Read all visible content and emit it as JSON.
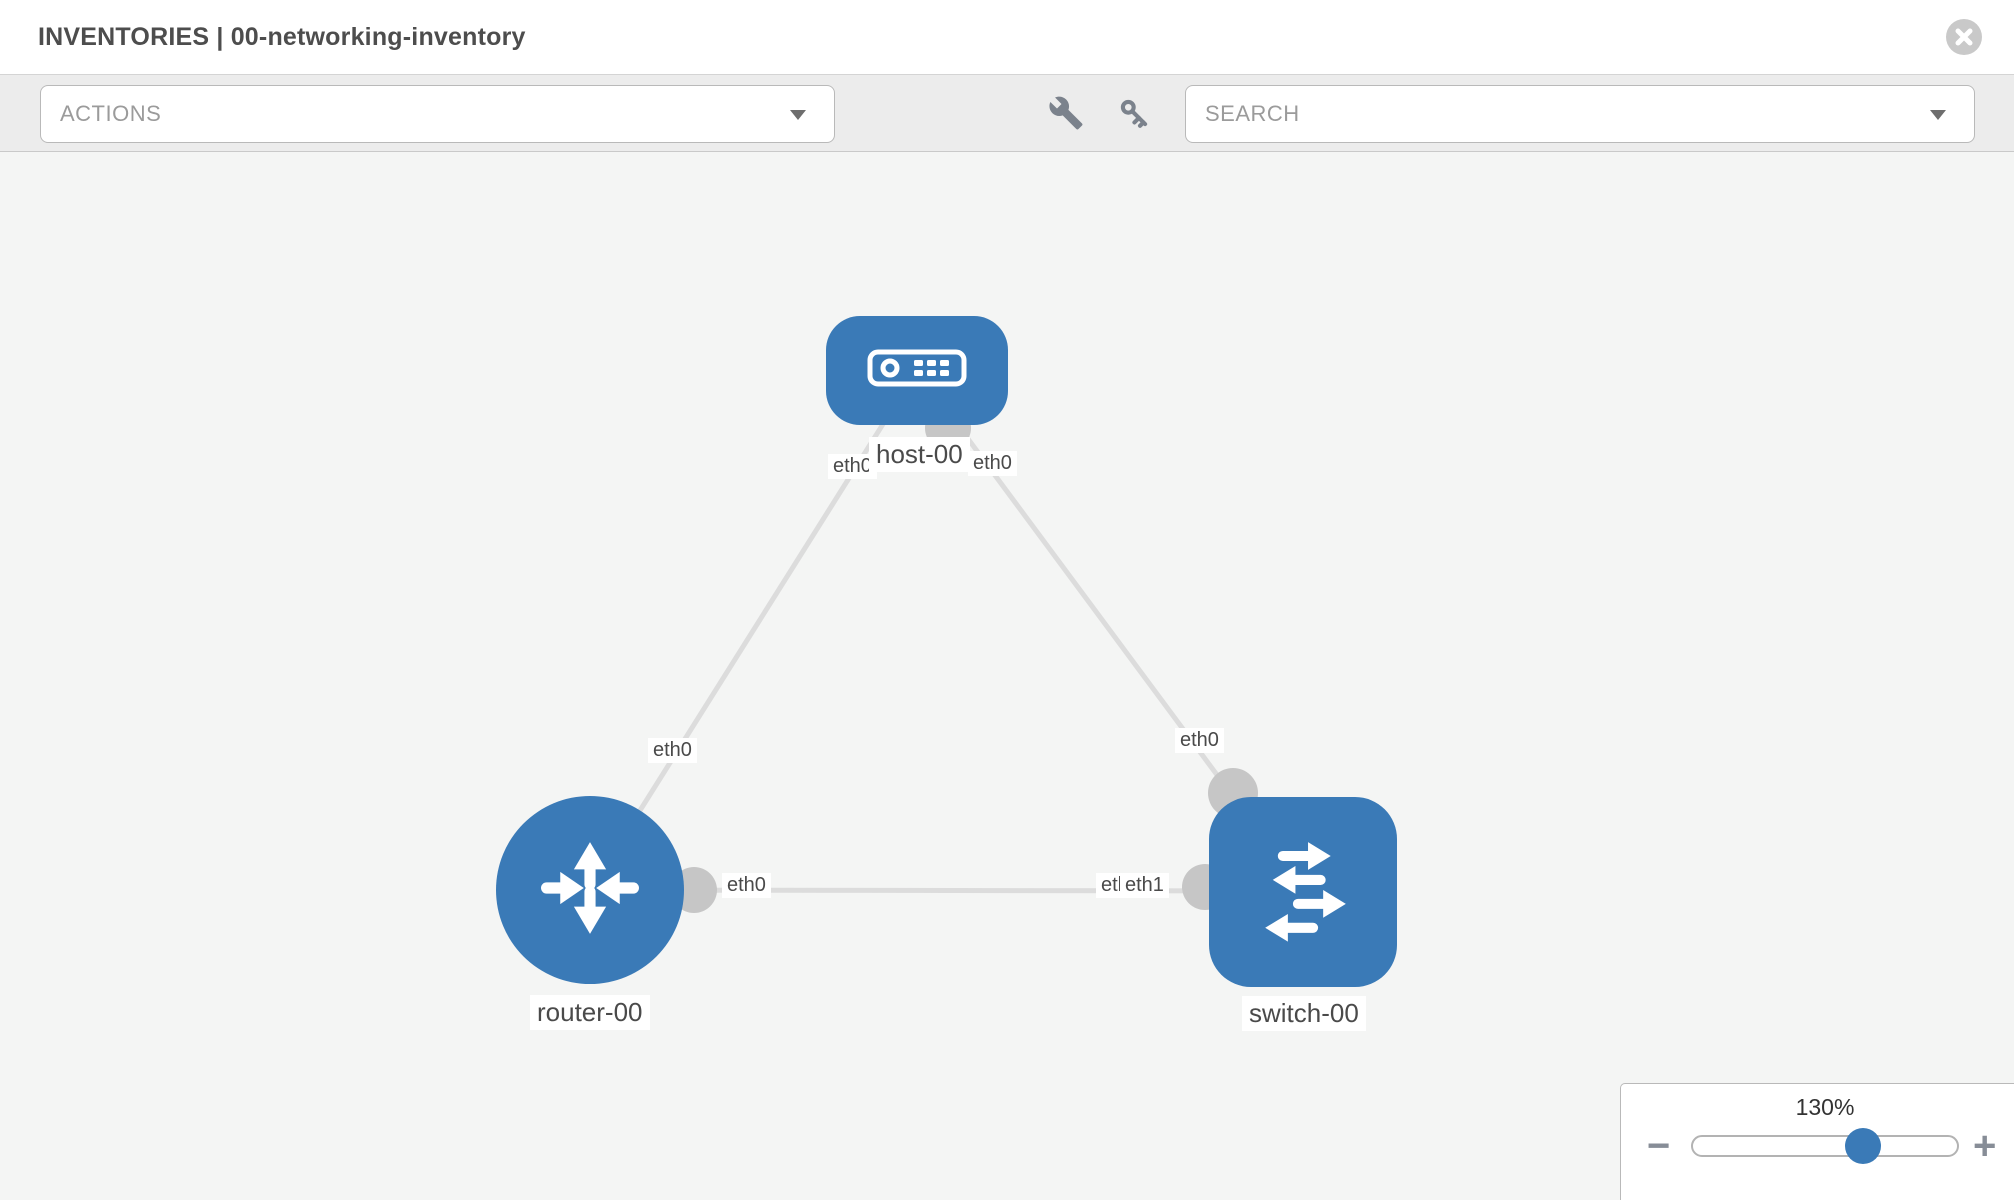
{
  "header": {
    "title": "INVENTORIES | 00-networking-inventory"
  },
  "toolbar": {
    "actions_label": "ACTIONS",
    "search_label": "SEARCH",
    "icons": [
      "wrench-icon",
      "key-icon"
    ]
  },
  "topology": {
    "nodes": {
      "host": {
        "name": "host-00",
        "type": "host"
      },
      "router": {
        "name": "router-00",
        "type": "router"
      },
      "switch": {
        "name": "switch-00",
        "type": "switch"
      }
    },
    "links": [
      {
        "from": "host-00",
        "to": "router-00"
      },
      {
        "from": "host-00",
        "to": "switch-00"
      },
      {
        "from": "router-00",
        "to": "switch-00"
      }
    ],
    "interface_labels": {
      "host_left": "eth0",
      "host_right": "eth0",
      "link_host_router_mid": "eth0",
      "link_host_switch_mid": "eth0",
      "link_router_switch_router_side": "eth0",
      "link_router_switch_switch_side_back": "eth0",
      "link_router_switch_switch_side": "eth1"
    }
  },
  "zoom": {
    "level": "130%",
    "minus_glyph": "−",
    "plus_glyph": "+"
  },
  "colors": {
    "node_blue": "#3a7ab7",
    "link_gray": "#dcdcdc",
    "port_gray": "#c6c6c6",
    "toolbar_gray": "#ececec",
    "canvas_gray": "#f4f5f4"
  }
}
